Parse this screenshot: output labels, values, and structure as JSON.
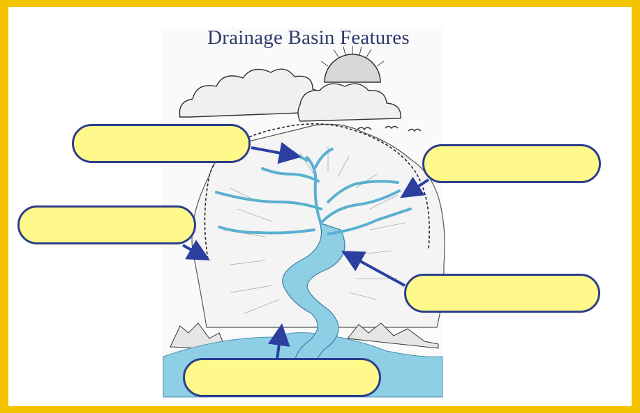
{
  "title": "Drainage Basin Features",
  "colors": {
    "frame": "#f5c400",
    "label_fill": "#fff88a",
    "label_border": "#2b3f8a",
    "arrow": "#2b3fa0",
    "water": "#8fcfe6",
    "title": "#2f3a6b"
  },
  "labels": [
    {
      "id": "label-top-left",
      "text": ""
    },
    {
      "id": "label-top-right",
      "text": ""
    },
    {
      "id": "label-middle-left",
      "text": ""
    },
    {
      "id": "label-middle-right",
      "text": ""
    },
    {
      "id": "label-bottom",
      "text": ""
    }
  ],
  "icons": [
    "sun-icon",
    "cloud-icon",
    "bird-icon"
  ]
}
